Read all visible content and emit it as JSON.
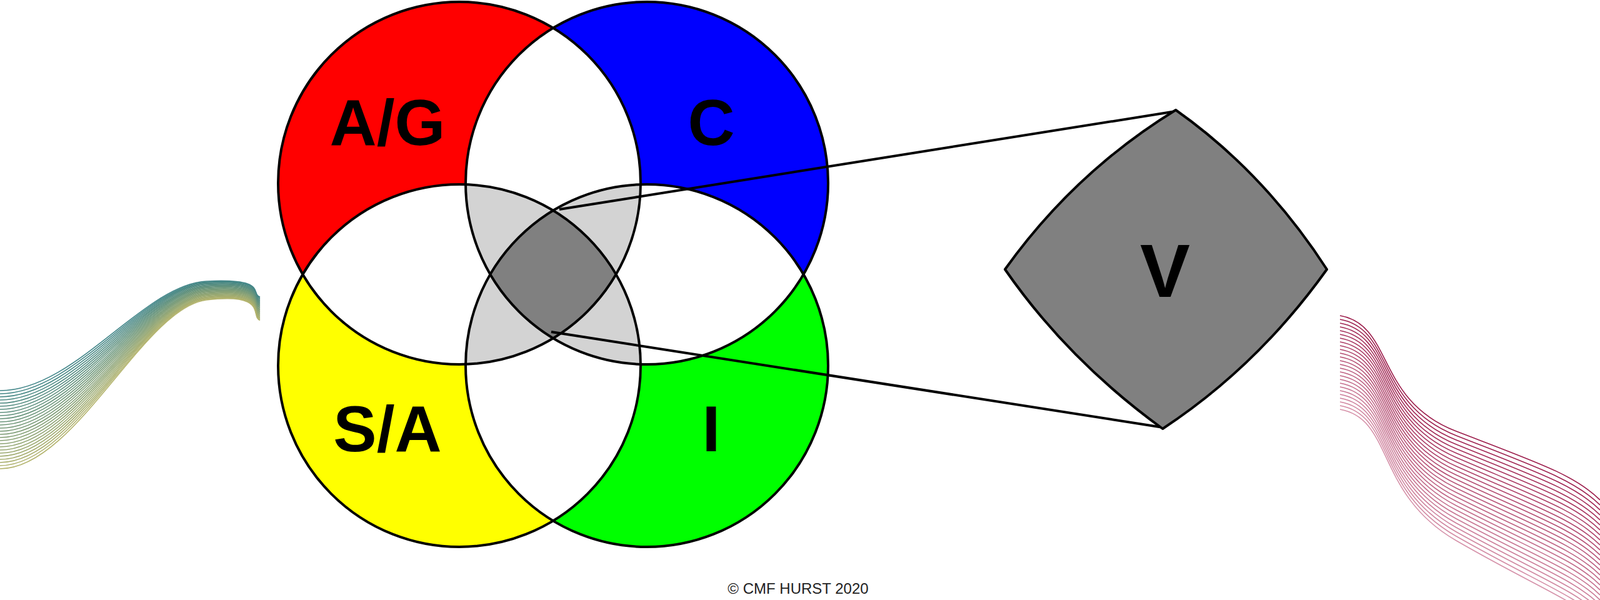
{
  "diagram": {
    "nodes": [
      {
        "text": [
          "A/G"
        ]
      },
      {
        "text": [
          "C"
        ]
      },
      {
        "text": [
          "S/A"
        ]
      },
      {
        "text": [
          "I"
        ]
      },
      {
        "text": [
          "V"
        ]
      }
    ],
    "labels": [
      "© CMF HURST 2020"
    ]
  }
}
